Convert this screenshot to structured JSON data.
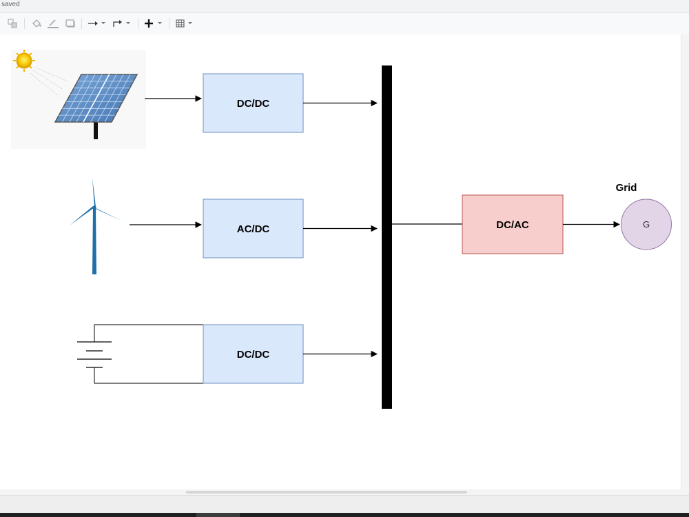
{
  "status": {
    "text": "saved"
  },
  "toolbar": {
    "tools": [
      {
        "name": "to-front-icon"
      },
      {
        "name": "fill-color-icon"
      },
      {
        "name": "line-color-icon"
      },
      {
        "name": "shadow-icon"
      },
      {
        "name": "connection-icon"
      },
      {
        "name": "waypoints-icon"
      },
      {
        "name": "insert-icon"
      },
      {
        "name": "table-icon"
      }
    ]
  },
  "diagram": {
    "converters": {
      "solar": "DC/DC",
      "wind": "AC/DC",
      "battery": "DC/DC",
      "inverter": "DC/AC"
    },
    "grid": {
      "title": "Grid",
      "symbol": "G"
    },
    "colors": {
      "converter_fill": "#dae8fc",
      "converter_stroke": "#6c8ebf",
      "inverter_fill": "#f8cecc",
      "inverter_stroke": "#b85450",
      "grid_fill": "#e1d5e7",
      "grid_stroke": "#9673a6",
      "bus": "#000000",
      "wind_turbine": "#1f6fa8",
      "solar_panel": "#5b8fc9",
      "sun": "#f5c400"
    }
  }
}
